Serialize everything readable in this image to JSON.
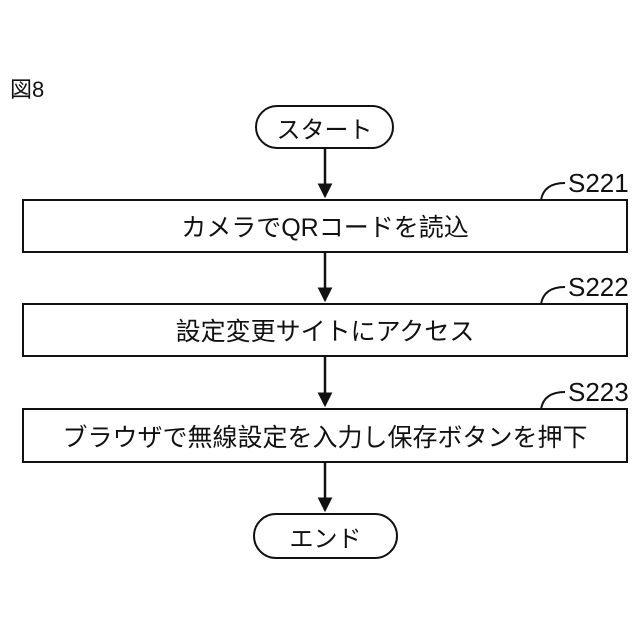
{
  "figure_label": "図8",
  "colors": {
    "line": "#111111",
    "background": "#ffffff"
  },
  "flowchart": {
    "start": {
      "label": "スタート"
    },
    "steps": [
      {
        "label": "カメラでQRコードを読込",
        "tag": "S221"
      },
      {
        "label": "設定変更サイトにアクセス",
        "tag": "S222"
      },
      {
        "label": "ブラウザで無線設定を入力し保存ボタンを押下",
        "tag": "S223"
      }
    ],
    "end": {
      "label": "エンド"
    }
  }
}
